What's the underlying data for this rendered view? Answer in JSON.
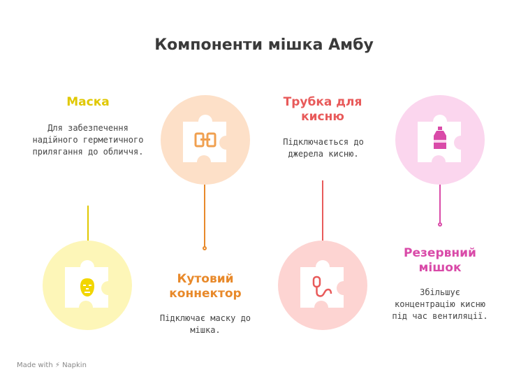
{
  "title": "Компоненти мішка Амбу",
  "steps": [
    {
      "heading": "Маска",
      "description": "Для забезпечення надійного герметичного прилягання до обличчя.",
      "color": "#e0c800",
      "bg": "#fdf6b8",
      "icon": "face-mask-icon"
    },
    {
      "heading": "Кутовий коннектор",
      "description": "Підключає маску до мішка.",
      "color": "#e8892a",
      "bg": "#fde0c8",
      "icon": "connector-icon"
    },
    {
      "heading": "Трубка для кисню",
      "description": "Підключається до джерела кисню.",
      "color": "#e85a5a",
      "bg": "#fdd4d2",
      "icon": "oxygen-tube-icon"
    },
    {
      "heading": "Резервний мішок",
      "description": "Збільшує концентрацію кисню під час вентиляції.",
      "color": "#d94aa8",
      "bg": "#fbd6ee",
      "icon": "reservoir-bag-icon"
    }
  ],
  "footer": {
    "made_with": "Made with",
    "brand": "Napkin"
  }
}
